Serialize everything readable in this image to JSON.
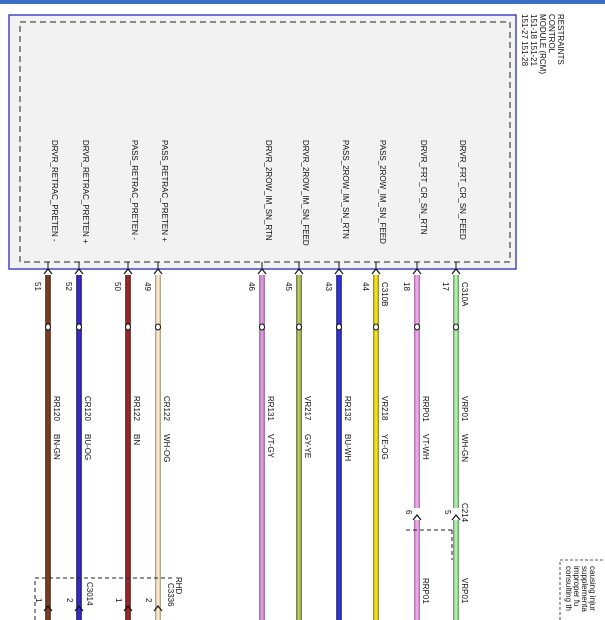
{
  "module": {
    "title_lines": [
      "RESTRAINTS",
      "CONTROL",
      "MODULE (RCM)",
      "151-18    151-21",
      "151-27    151-28"
    ]
  },
  "connectors": {
    "c310a": "C310A",
    "c310b": "C310B",
    "c214": "C214",
    "c3014": "C3014",
    "rhd": "RHD",
    "c3336": "C3336"
  },
  "colors": {
    "module_fill": "#f2f2f2",
    "module_border": "#3a3ac0",
    "top_bar": "#3a6fc4"
  },
  "wires": [
    {
      "signal": "DRVR_FRT_CR_SN_FEED",
      "pin": "17",
      "circuit": "VRP01",
      "color_code": "WH-GN",
      "color": "#b8e8b4",
      "stroke": "#3d8a3a",
      "upper": "VRP01",
      "upper_pin": "5"
    },
    {
      "signal": "DRVR_FRT_CR_SN_RTN",
      "pin": "18",
      "circuit": "RRP01",
      "color_code": "VT-WH",
      "color": "#e9a9e9",
      "stroke": "#9a4b9a",
      "upper": "RRP01",
      "upper_pin": "6"
    },
    {
      "signal": "PASS_2ROW_IM_SN_FEED",
      "pin": "44",
      "circuit": "VR218",
      "color_code": "YE-OG",
      "color": "#f2e21e",
      "stroke": "#7a6f00"
    },
    {
      "signal": "PASS_2ROW_IM_SN_RTN",
      "pin": "43",
      "circuit": "RR132",
      "color_code": "BU-WH",
      "color": "#3434d8",
      "stroke": "#101060"
    },
    {
      "signal": "DRVR_2ROW_IM_SN_FEED",
      "pin": "45",
      "circuit": "VR217",
      "color_code": "GY-YE",
      "color": "#b4c866",
      "stroke": "#4a5a1a"
    },
    {
      "signal": "DRVR_2ROW_IM_SN_RTN",
      "pin": "46",
      "circuit": "RR131",
      "color_code": "VT-GY",
      "color": "#d89ad8",
      "stroke": "#8a4a8a"
    },
    {
      "signal": "PASS_RETRAC_PRETEN +",
      "pin": "49",
      "circuit": "CR122",
      "color_code": "WH-OG",
      "color": "#f8e6c8",
      "stroke": "#9a8a6a"
    },
    {
      "signal": "PASS_RETRAC_PRETEN -",
      "pin": "50",
      "circuit": "RR122",
      "color_code": "BN",
      "color": "#9a2a2a",
      "stroke": "#4a0a0a"
    },
    {
      "signal": "DRVR_RETRAC_PRETEN +",
      "pin": "52",
      "circuit": "CR120",
      "color_code": "BU-OG",
      "color": "#3a2ac8",
      "stroke": "#100a50"
    },
    {
      "signal": "DRVR_RETRAC_PRETEN -",
      "pin": "51",
      "circuit": "RR120",
      "color_code": "BN-GN",
      "color": "#7a3e22",
      "stroke": "#3a1a0a"
    }
  ],
  "bottom_pins": [
    "1",
    "2",
    "1",
    "2"
  ],
  "note_lines": [
    "consulting th",
    "improper fu",
    "supplementa",
    "causing injur"
  ]
}
